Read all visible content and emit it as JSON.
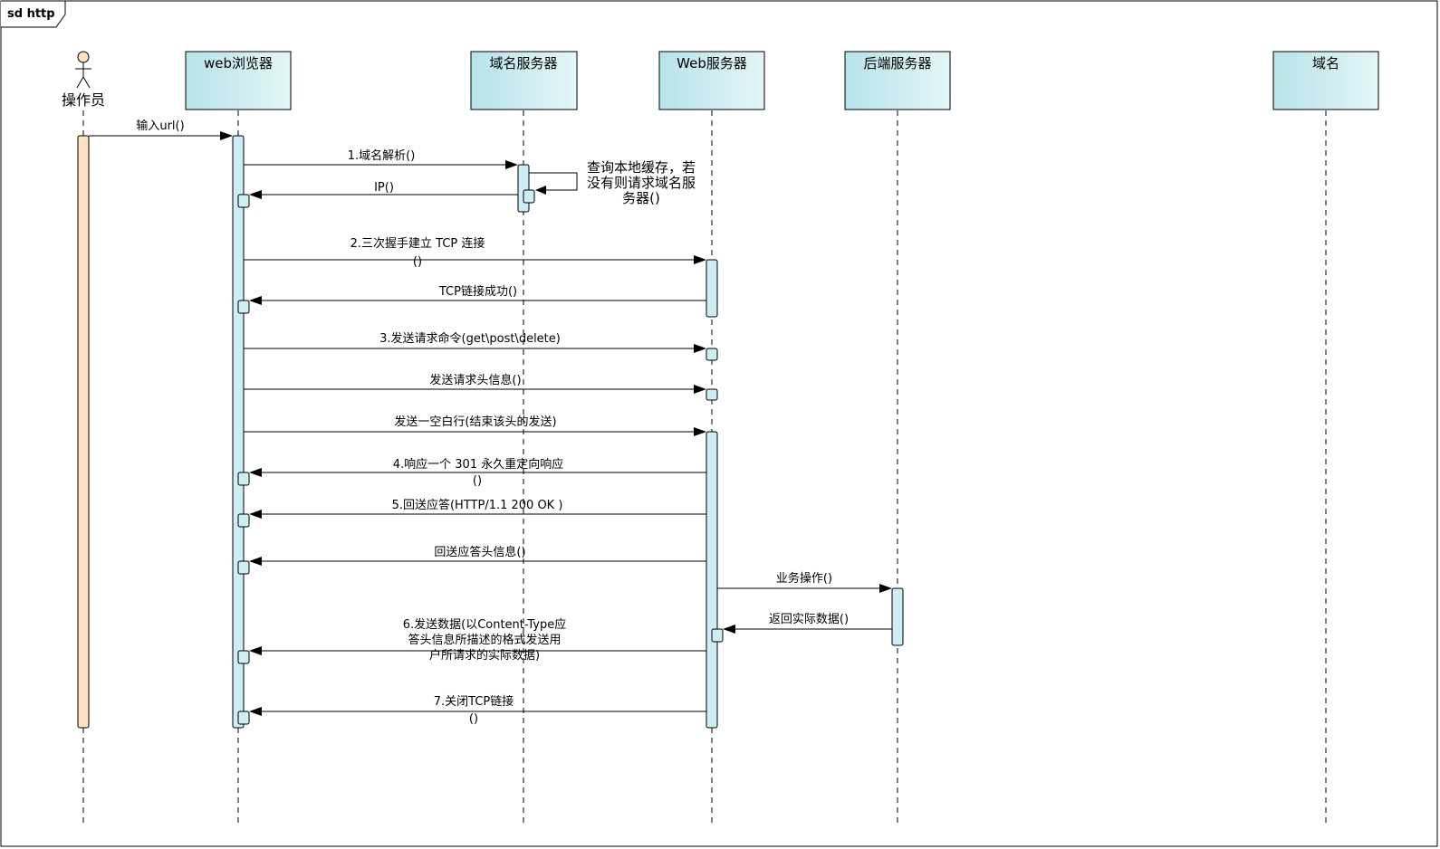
{
  "frame": {
    "title": "sd http"
  },
  "actor": {
    "name": "操作员"
  },
  "participants": [
    {
      "id": "browser",
      "name": "web浏览器"
    },
    {
      "id": "dns",
      "name": "域名服务器"
    },
    {
      "id": "web",
      "name": "Web服务器"
    },
    {
      "id": "backend",
      "name": "后端服务器"
    },
    {
      "id": "domain",
      "name": "域名"
    }
  ],
  "messages": [
    {
      "id": "m0",
      "from": "actor",
      "to": "browser",
      "lines": [
        "输入url()"
      ]
    },
    {
      "id": "m1",
      "from": "browser",
      "to": "dns",
      "lines": [
        "1.域名解析()"
      ]
    },
    {
      "id": "m_self",
      "from": "dns",
      "to": "dns",
      "lines": [
        "查询本地缓存，若",
        "没有则请求域名服",
        "务器()"
      ]
    },
    {
      "id": "m2",
      "from": "dns",
      "to": "browser",
      "lines": [
        "IP()"
      ]
    },
    {
      "id": "m3",
      "from": "browser",
      "to": "web",
      "lines": [
        "2.三次握手建立 TCP 连接",
        "()"
      ]
    },
    {
      "id": "m4",
      "from": "web",
      "to": "browser",
      "lines": [
        "TCP链接成功()"
      ]
    },
    {
      "id": "m5",
      "from": "browser",
      "to": "web",
      "lines": [
        "3.发送请求命令(get\\post\\delete)"
      ]
    },
    {
      "id": "m6",
      "from": "browser",
      "to": "web",
      "lines": [
        "发送请求头信息()"
      ]
    },
    {
      "id": "m7",
      "from": "browser",
      "to": "web",
      "lines": [
        "发送一空白行(结束该头的发送)"
      ]
    },
    {
      "id": "m8",
      "from": "web",
      "to": "browser",
      "lines": [
        "4.响应一个 301 永久重定向响应",
        "()"
      ]
    },
    {
      "id": "m9",
      "from": "web",
      "to": "browser",
      "lines": [
        "5.回送应答(HTTP/1.1 200 OK )"
      ]
    },
    {
      "id": "m10",
      "from": "web",
      "to": "browser",
      "lines": [
        "回送应答头信息()"
      ]
    },
    {
      "id": "m11",
      "from": "web",
      "to": "backend",
      "lines": [
        "业务操作()"
      ]
    },
    {
      "id": "m12",
      "from": "backend",
      "to": "web",
      "lines": [
        "返回实际数据()"
      ]
    },
    {
      "id": "m13",
      "from": "web",
      "to": "browser",
      "lines": [
        "6.发送数据(以Content-Type应",
        "答头信息所描述的格式发送用",
        "户所请求的实际数据)"
      ]
    },
    {
      "id": "m14",
      "from": "web",
      "to": "browser",
      "lines": [
        "7.关闭TCP链接",
        "()"
      ]
    }
  ],
  "colors": {
    "head_fill_start": "#b7e3e8",
    "head_fill_end": "#e4f6f8",
    "activation_fill": "#cdeef2",
    "actor_bar_fill": "#fde0bd",
    "actor_head_fill": "#fde0bd",
    "line": "#000000"
  }
}
